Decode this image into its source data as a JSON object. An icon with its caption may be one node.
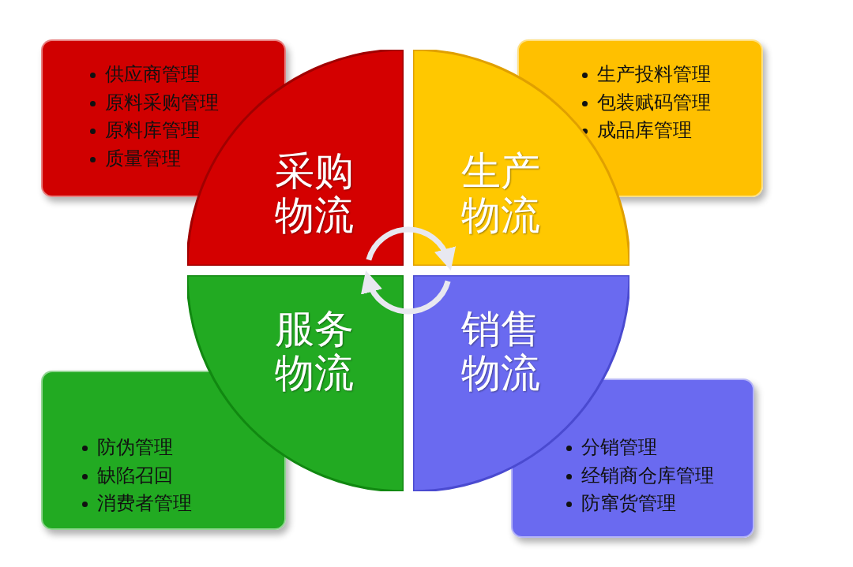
{
  "diagram": {
    "nodes": [
      {
        "text": [
          "供应商管理",
          "原料采购管理",
          "原料库管理",
          "质量管理"
        ]
      },
      {
        "text": [
          "生产投料管理",
          "包装赋码管理",
          "成品库管理"
        ]
      },
      {
        "text": [
          "采购物流"
        ]
      },
      {
        "text": [
          "生产物流"
        ]
      },
      {
        "text": [
          "服务物流"
        ]
      },
      {
        "text": [
          "销售物流"
        ]
      },
      {
        "text": [
          "防伪管理",
          "缺陷召回",
          "消费者管理"
        ]
      },
      {
        "text": [
          "分销管理",
          "经销商仓库管理",
          "防窜货管理"
        ]
      }
    ],
    "edges": [
      {
        "from": 2,
        "to": 3,
        "arrow": "to"
      },
      {
        "from": 5,
        "to": 4,
        "arrow": "to"
      }
    ]
  }
}
